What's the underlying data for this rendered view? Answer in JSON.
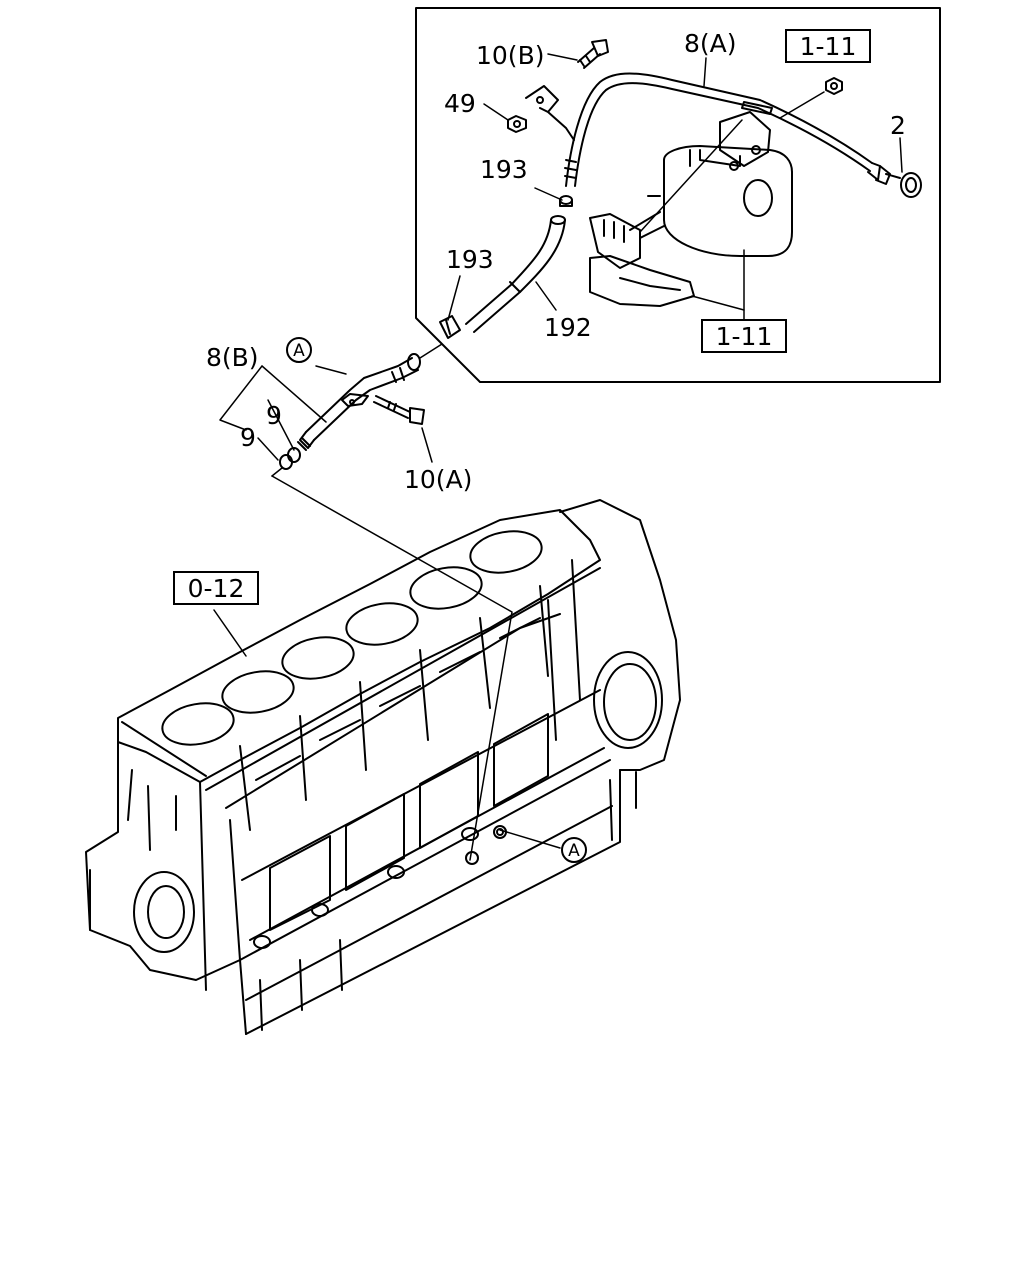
{
  "labels": {
    "bolt_b": "10(B)",
    "pipe_a": "8(A)",
    "ref_top": "1-11",
    "nut_49": "49",
    "dipstick_2": "2",
    "clip_193_top": "193",
    "clip_193_mid": "193",
    "hose_192": "192",
    "ref_bottom": "1-11",
    "pipe_b": "8(B)",
    "callout_a_top": "A",
    "ring_9_upper": "9",
    "ring_9_lower": "9",
    "bolt_a": "10(A)",
    "ref_block": "0-12",
    "callout_a_bottom": "A"
  }
}
